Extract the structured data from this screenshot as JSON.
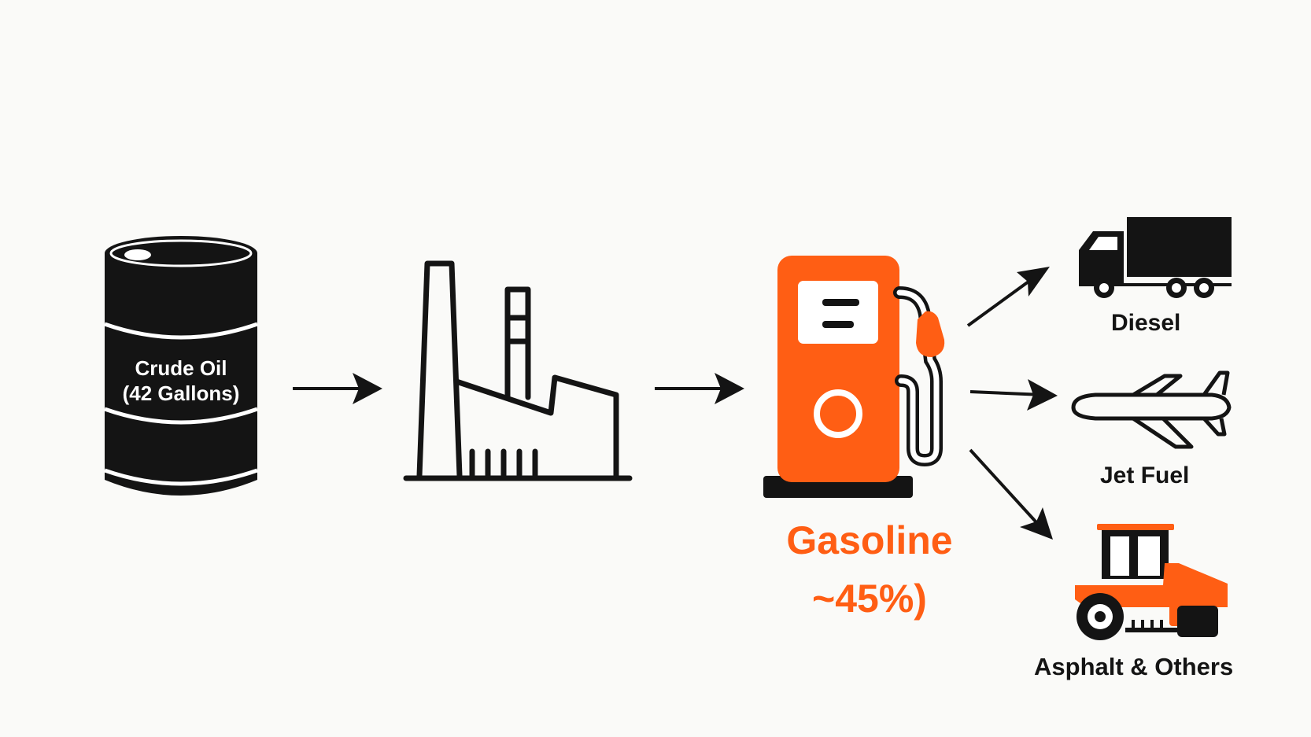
{
  "crude": {
    "line1": "Crude Oil",
    "line2": "(42 Gallons)"
  },
  "gasoline": {
    "label": "Gasoline",
    "share": "~45%)"
  },
  "outputs": [
    {
      "label": "Diesel",
      "icon": "truck-icon"
    },
    {
      "label": "Jet Fuel",
      "icon": "airplane-icon"
    },
    {
      "label": "Asphalt & Others",
      "icon": "road-roller-icon"
    }
  ],
  "colors": {
    "accent": "#ff5e14",
    "ink": "#141414",
    "background": "#fafaf8"
  }
}
